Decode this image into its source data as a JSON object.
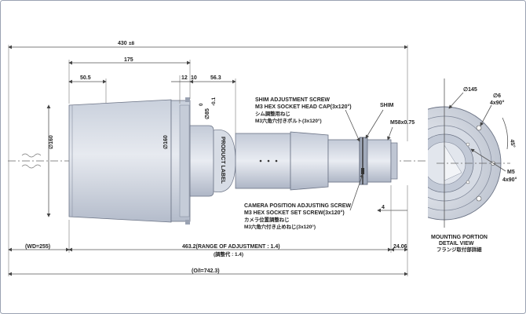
{
  "dimensions": {
    "overall_top": "430",
    "overall_top_sub": "±8",
    "d175": "175",
    "d50_5": "50.5",
    "d12": "12",
    "d10": "10",
    "d56_3": "56.3",
    "phi85": "∅85",
    "phi85_tol_top": "0",
    "phi85_tol_bot": "-0.1",
    "phi160_front": "∅160",
    "phi160_flange": "∅160",
    "m58": "M58x0.75",
    "d4": "4",
    "wd": "(WD=255)",
    "adjustment": "463.2(RANGE OF ADJUSTMENT : 1.4)",
    "adjustment_jp": "(調整代 : 1.4)",
    "d24": "24.06",
    "overall_bottom": "(O/I=742.3)"
  },
  "callouts": {
    "product_label": "PRODUCT LABEL",
    "shim_adjust_title": "SHIM ADJUSTMENT SCREW",
    "shim_adjust_spec": "M3 HEX SOCKET HEAD CAP(3x120°)",
    "shim_adjust_jp1": "シム調整用ねじ",
    "shim_adjust_jp2": "M3六角穴付きボルト(3x120°)",
    "shim": "SHIM",
    "camera_title": "CAMERA POSITION ADJUSTING SCREW",
    "camera_spec": "M3 HEX SOCKET SET SCREW(3x120°)",
    "camera_jp1": "カメラ位置調整ねじ",
    "camera_jp2": "M3六角穴付き止めねじ(3x120°)"
  },
  "detail": {
    "phi145": "∅145",
    "phi6": "∅6",
    "phi6_qty": "4x90°",
    "angle": "45°",
    "m5": "M5",
    "m5_qty": "4x90°",
    "title1": "MOUNTING PORTION",
    "title2": "DETAIL VIEW",
    "title_jp": "フランジ取付部詳細"
  }
}
